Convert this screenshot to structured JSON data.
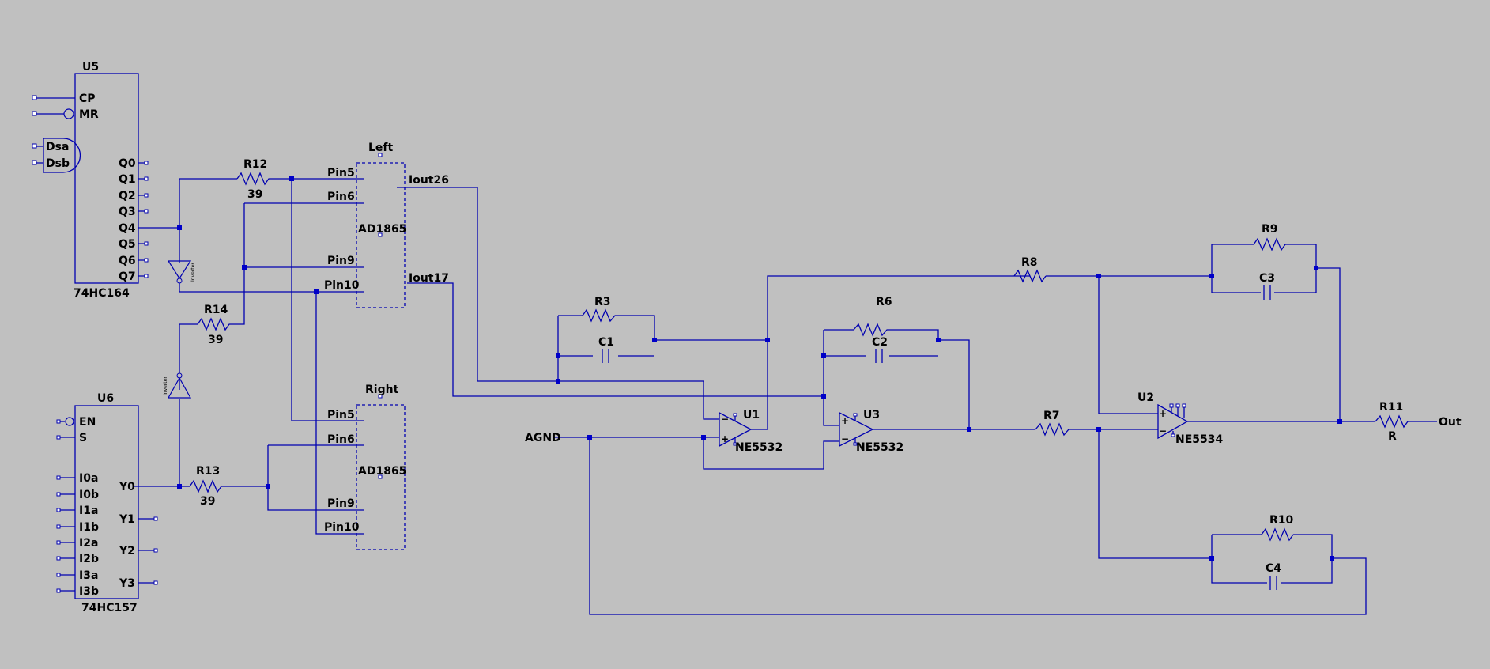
{
  "colors": {
    "background": "#c0c0c0",
    "wire": "#0000b0",
    "junction": "#0000c8",
    "text": "#000000"
  },
  "u5": {
    "ref": "U5",
    "value": "74HC164",
    "pins_left": [
      "CP",
      "MR",
      "Dsa",
      "Dsb"
    ],
    "pins_right": [
      "Q0",
      "Q1",
      "Q2",
      "Q3",
      "Q4",
      "Q5",
      "Q6",
      "Q7"
    ]
  },
  "u6": {
    "ref": "U6",
    "value": "74HC157",
    "pins_left": [
      "EN",
      "S",
      "I0a",
      "I0b",
      "I1a",
      "I1b",
      "I2a",
      "I2b",
      "I3a",
      "I3b"
    ],
    "pins_right": [
      "Y0",
      "Y1",
      "Y2",
      "Y3"
    ]
  },
  "inverter": {
    "label": "Inverter"
  },
  "dac_left": {
    "ref": "Left",
    "value": "AD1865",
    "pins_in": [
      "Pin5",
      "Pin6",
      "Pin9",
      "Pin10"
    ],
    "pins_out": [
      "Iout26",
      "Iout17"
    ]
  },
  "dac_right": {
    "ref": "Right",
    "value": "AD1865",
    "pins_in": [
      "Pin5",
      "Pin6",
      "Pin9",
      "Pin10"
    ]
  },
  "resistors": {
    "r12": {
      "ref": "R12",
      "value": "39"
    },
    "r13": {
      "ref": "R13",
      "value": "39"
    },
    "r14": {
      "ref": "R14",
      "value": "39"
    },
    "r3": {
      "ref": "R3"
    },
    "r6": {
      "ref": "R6"
    },
    "r7": {
      "ref": "R7"
    },
    "r8": {
      "ref": "R8"
    },
    "r9": {
      "ref": "R9"
    },
    "r10": {
      "ref": "R10"
    },
    "r11": {
      "ref": "R11",
      "value": "R"
    }
  },
  "capacitors": {
    "c1": "C1",
    "c2": "C2",
    "c3": "C3",
    "c4": "C4"
  },
  "opamps": {
    "u1": {
      "ref": "U1",
      "value": "NE5532"
    },
    "u3": {
      "ref": "U3",
      "value": "NE5532"
    },
    "u2": {
      "ref": "U2",
      "value": "NE5534"
    }
  },
  "nets": {
    "agnd": "AGND",
    "out": "Out"
  }
}
